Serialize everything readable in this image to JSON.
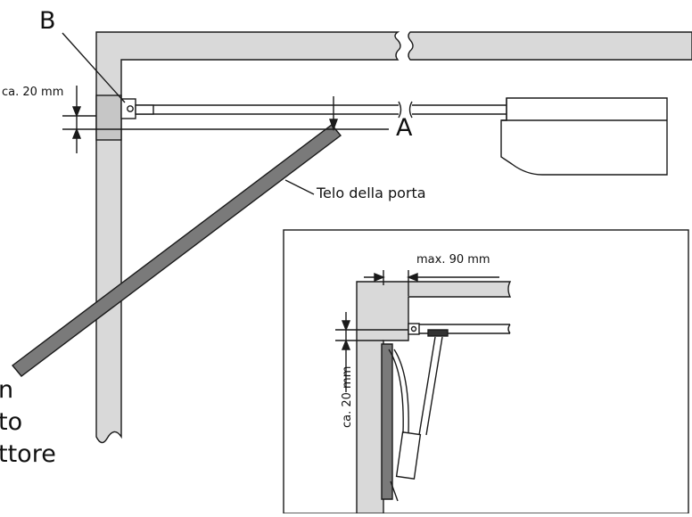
{
  "labels": {
    "point_b": "B",
    "point_a": "A",
    "gap_main": "ca. 20 mm",
    "door_panel": "Telo della porta",
    "max_offset": "max. 90 mm",
    "gap_detail": "ca. 20 mm"
  },
  "cut_text": {
    "line1": "n",
    "line2": "to",
    "line3": "ttore"
  },
  "colors": {
    "line": "#1a1a1a",
    "wall_fill": "#d9d9d9",
    "door_fill": "#7a7a7a",
    "background": "#ffffff"
  }
}
